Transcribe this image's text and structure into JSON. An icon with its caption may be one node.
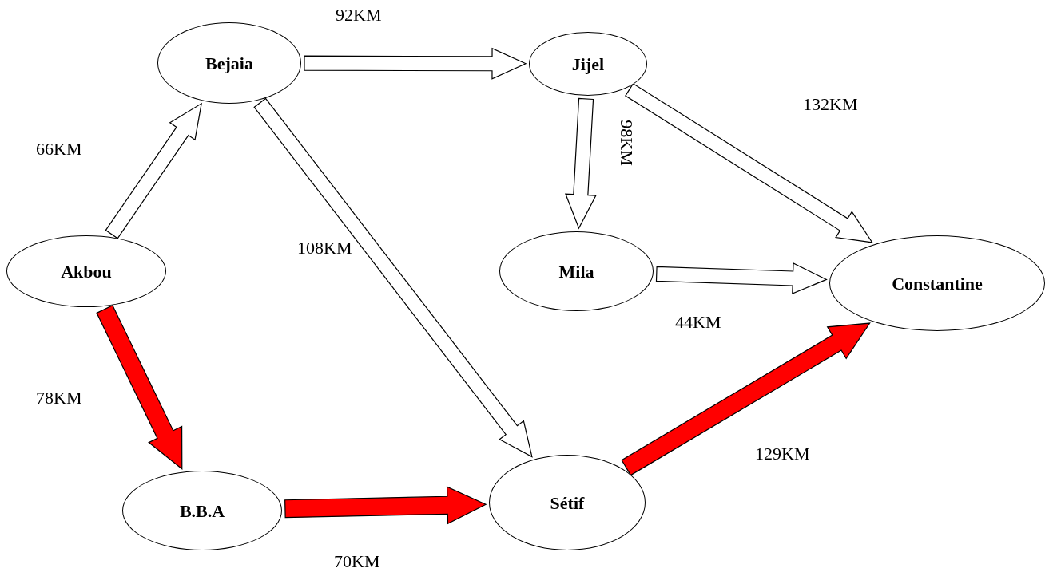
{
  "diagram": {
    "nodes": [
      {
        "text": [
          "Bejaia"
        ]
      },
      {
        "text": [
          "Jijel"
        ]
      },
      {
        "text": [
          "Akbou"
        ]
      },
      {
        "text": [
          "Mila"
        ]
      },
      {
        "text": [
          "Constantine"
        ]
      },
      {
        "text": [
          "B.B.A"
        ]
      },
      {
        "text": [
          "Sétif"
        ]
      }
    ],
    "edges": [
      {
        "from": 2,
        "to": 0,
        "arrow": "to",
        "label": "66KM"
      },
      {
        "from": 0,
        "to": 1,
        "arrow": "to",
        "label": "92KM"
      },
      {
        "from": 0,
        "to": 6,
        "arrow": "to",
        "label": "108KM"
      },
      {
        "from": 1,
        "to": 3,
        "arrow": "to",
        "label": "98KM"
      },
      {
        "from": 1,
        "to": 4,
        "arrow": "to",
        "label": "132KM"
      },
      {
        "from": 3,
        "to": 4,
        "arrow": "to",
        "label": "44KM"
      },
      {
        "from": 2,
        "to": 5,
        "arrow": "to",
        "label": "78KM",
        "style": "thick",
        "color": "#ff0000"
      },
      {
        "from": 5,
        "to": 6,
        "arrow": "to",
        "label": "70KM",
        "style": "thick",
        "color": "#ff0000"
      },
      {
        "from": 6,
        "to": 4,
        "arrow": "to",
        "label": "129KM",
        "style": "thick",
        "color": "#ff0000"
      }
    ]
  }
}
